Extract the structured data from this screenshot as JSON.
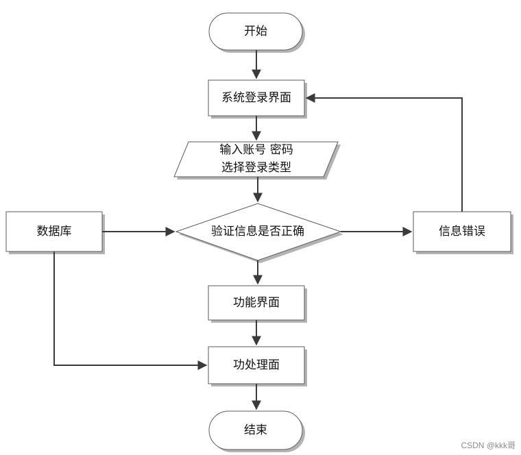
{
  "flowchart": {
    "start": "开始",
    "login_page": "系统登录界面",
    "input_line1": "输入账号 密码",
    "input_line2": "选择登录类型",
    "verify": "验证信息是否正确",
    "database": "数据库",
    "error": "信息错误",
    "function_page": "功能界面",
    "process_page": "功处理面",
    "end": "结束"
  },
  "watermark": "CSDN @kkk哥",
  "colors": {
    "stroke": "#5a5a5a",
    "line": "#3a3a3a",
    "shadow": "#b3b3b3",
    "text": "#111111"
  }
}
